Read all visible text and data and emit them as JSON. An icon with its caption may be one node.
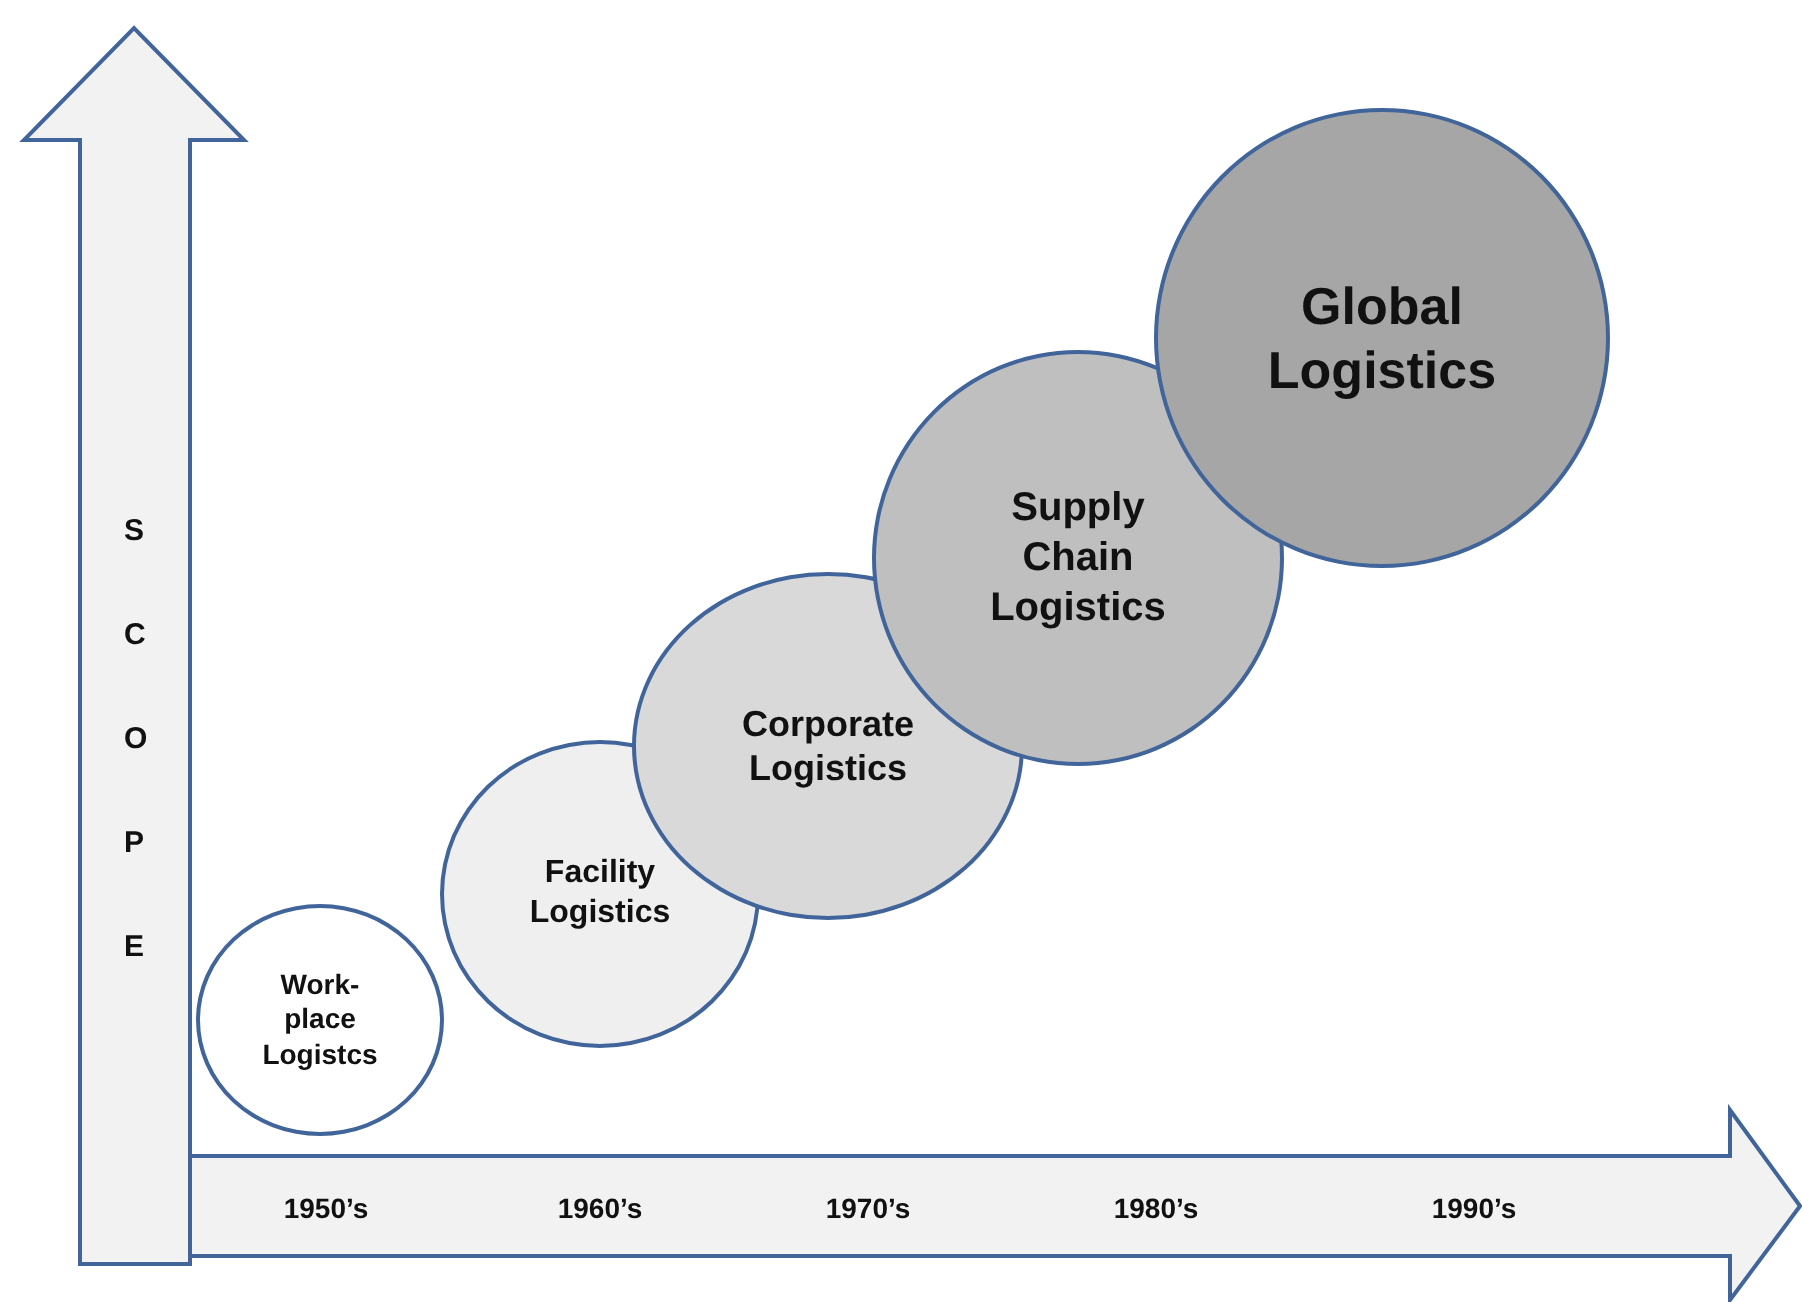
{
  "diagram": {
    "nodes": [
      {
        "text": [
          "Work- place Logistcs"
        ]
      },
      {
        "text": [
          "Facility Logistics"
        ]
      },
      {
        "text": [
          "Corporate Logistics"
        ]
      },
      {
        "text": [
          "Supply Chain Logistics"
        ]
      },
      {
        "text": [
          "Global Logistics"
        ]
      }
    ],
    "edges": [],
    "labels": [
      "SCOPE",
      "1950’s",
      "1960’s",
      "1970’s",
      "1980’s",
      "1990’s"
    ]
  }
}
